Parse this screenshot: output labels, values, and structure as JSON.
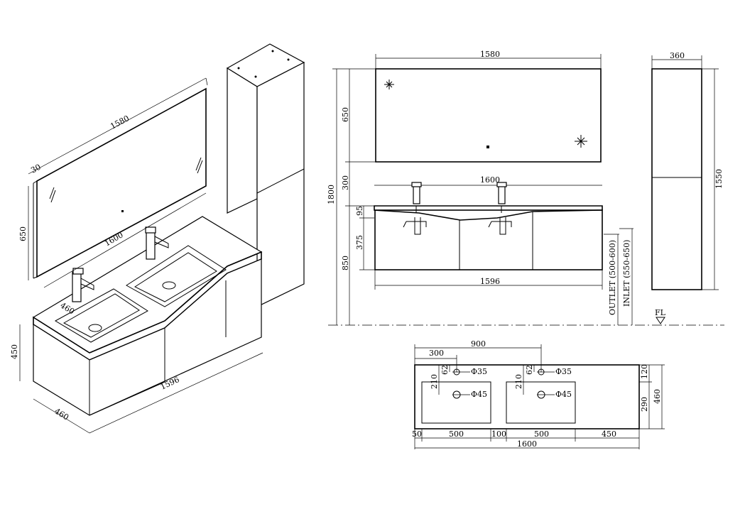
{
  "iso": {
    "mirror_width": "1580",
    "mirror_depth": "30",
    "mirror_height": "650",
    "counter_width": "1600",
    "counter_depth": "460",
    "cabinet_height": "450",
    "cabinet_width": "1596",
    "cabinet_depth": "460"
  },
  "front": {
    "mirror_width": "1580",
    "mirror_height": "650",
    "mirror_gap": "300",
    "total_height": "1800",
    "counter_width": "1600",
    "counter_thickness": "95",
    "cabinet_front_height": "375",
    "mount_height": "850",
    "cabinet_width": "1596",
    "outlet": "OUTLET (500-600)",
    "inlet": "INLET (550-650)",
    "floor_level": "FL"
  },
  "side": {
    "tall_depth": "360",
    "tall_height": "1550"
  },
  "plan": {
    "half_width": "900",
    "basin_offset": "300",
    "tap_hole_offset": "62",
    "tap_hole_dia": "Φ35",
    "drain_offset": "210",
    "drain_dia": "Φ45",
    "top_margin": "120",
    "basin_depth": "290",
    "total_depth": "460",
    "left_margin": "50",
    "basin_width_1": "500",
    "center_gap": "100",
    "basin_width_2": "500",
    "right_margin": "450",
    "total_width": "1600"
  }
}
